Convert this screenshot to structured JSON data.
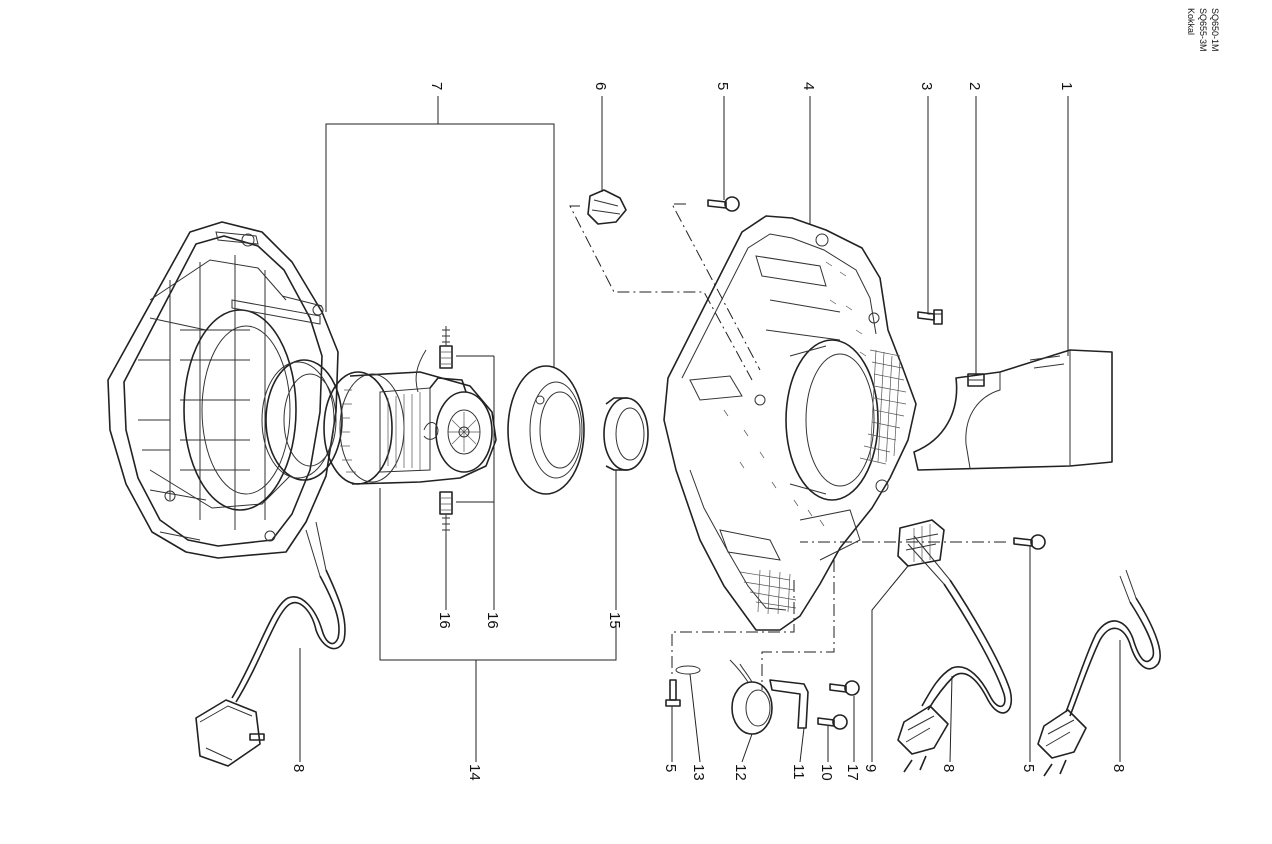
{
  "models": [
    "SQ650-1M",
    "SQ655-3M",
    "Kokkal"
  ],
  "callouts": {
    "c1": "1",
    "c2": "2",
    "c3": "3",
    "c4": "4",
    "c5a": "5",
    "c6": "6",
    "c7": "7",
    "c16a": "16",
    "c16b": "16",
    "c15": "15",
    "c14": "14",
    "c8a": "8",
    "c13": "13",
    "c5b": "5",
    "c12": "12",
    "c11": "11",
    "c10": "10",
    "c17": "17",
    "c9": "9",
    "c8b": "8",
    "c5c": "5",
    "c8c": "8"
  }
}
